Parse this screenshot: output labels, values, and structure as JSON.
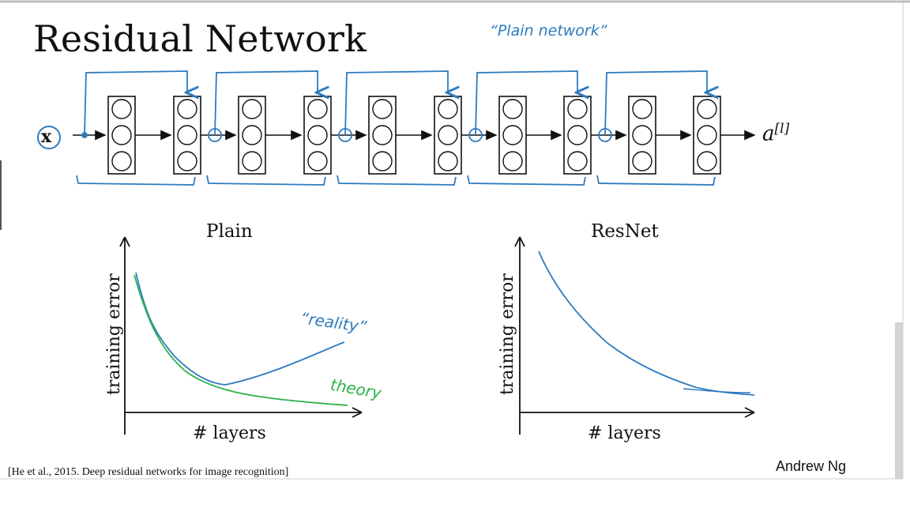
{
  "slide": {
    "title": "Residual Network",
    "annotation_plain_network": "“Plain network”",
    "input_label": "x",
    "output_label_base": "a",
    "output_label_sup": "[l]",
    "citation": "[He et al., 2015. Deep residual networks for image recognition]",
    "author": "Andrew Ng"
  },
  "colors": {
    "ink": "#111111",
    "blue_annotation": "#2e7bbf",
    "green_annotation": "#2db34a"
  },
  "charts": {
    "plain": {
      "title": "Plain",
      "xlabel": "# layers",
      "ylabel": "training error",
      "reality_label": "“reality”",
      "theory_label": "theory"
    },
    "resnet": {
      "title": "ResNet",
      "xlabel": "# layers",
      "ylabel": "training error"
    }
  }
}
